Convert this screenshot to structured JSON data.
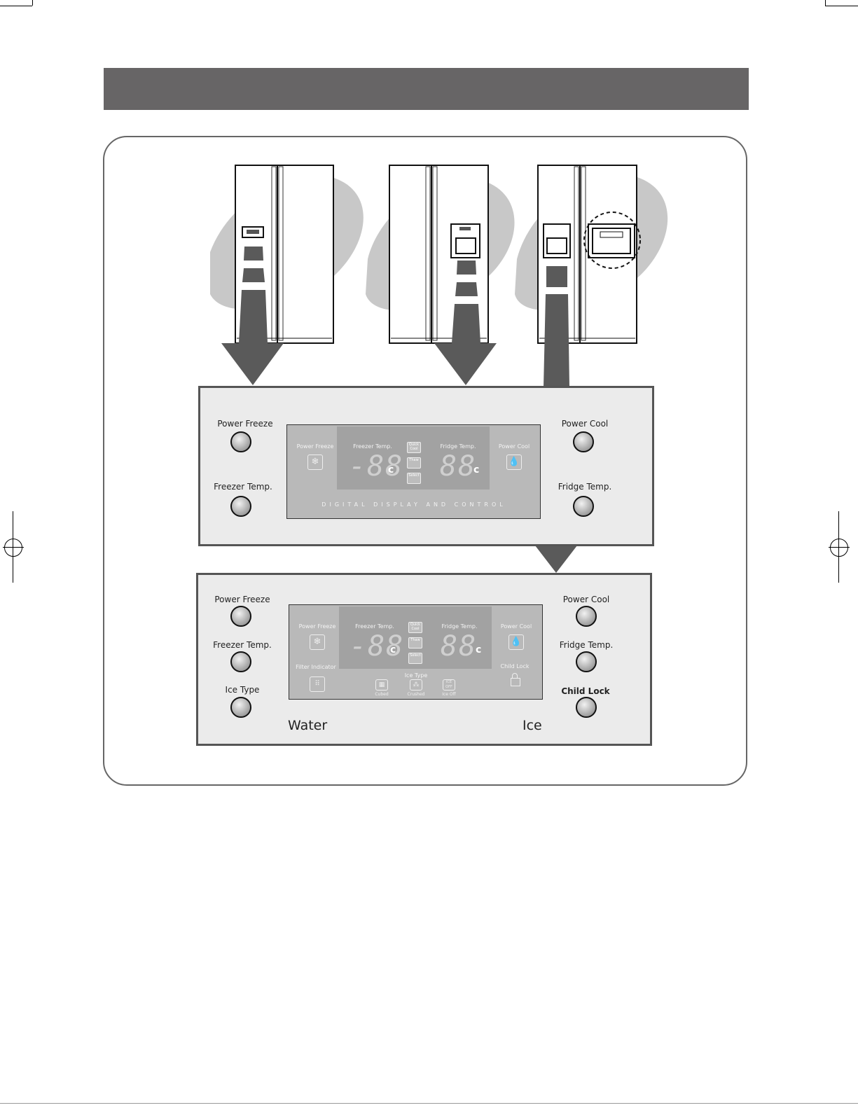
{
  "panel1": {
    "left_buttons": [
      {
        "label": "Power Freeze"
      },
      {
        "label": "Freezer Temp."
      }
    ],
    "right_buttons": [
      {
        "label": "Power Cool"
      },
      {
        "label": "Fridge Temp."
      }
    ],
    "display": {
      "power_freeze": "Power Freeze",
      "freezer_temp": "Freezer Temp.",
      "fridge_temp": "Fridge Temp.",
      "power_cool": "Power Cool",
      "freezer_digits": "-88",
      "fridge_digits": "88",
      "unit": "c",
      "quick_cool": "Quick Cool",
      "thaw": "Thaw",
      "select": "Select",
      "caption": "DIGITAL DISPLAY AND CONTROL"
    }
  },
  "panel2": {
    "left_buttons": [
      {
        "label": "Power Freeze"
      },
      {
        "label": "Freezer Temp."
      },
      {
        "label": "Ice Type"
      }
    ],
    "right_buttons": [
      {
        "label": "Power Cool"
      },
      {
        "label": "Fridge Temp."
      },
      {
        "label": "Child Lock"
      }
    ],
    "display": {
      "power_freeze": "Power Freeze",
      "freezer_temp": "Freezer Temp.",
      "fridge_temp": "Fridge Temp.",
      "power_cool": "Power Cool",
      "freezer_digits": "-88",
      "fridge_digits": "88",
      "unit": "c",
      "quick_cool": "Quick Cool",
      "thaw": "Thaw",
      "select": "Select",
      "filter_indicator": "Filter Indicator",
      "child_lock": "Child Lock",
      "ice_type": "Ice Type",
      "cubed": "Cubed",
      "crushed": "Crushed",
      "ice_off": "Ice Off",
      "ice_off_icon": "ICE OFF"
    },
    "water": "Water",
    "ice": "Ice"
  },
  "icons": [
    "snowflake-icon",
    "water-drop-icon",
    "filter-icon",
    "padlock-icon",
    "cubed-ice-icon",
    "crushed-ice-icon",
    "ice-off-icon"
  ],
  "colors": {
    "header_bar": "#676566",
    "panel_bg": "#ebebeb",
    "display_bg": "#b9b9b9",
    "lcd_bg": "#a2a2a2"
  }
}
